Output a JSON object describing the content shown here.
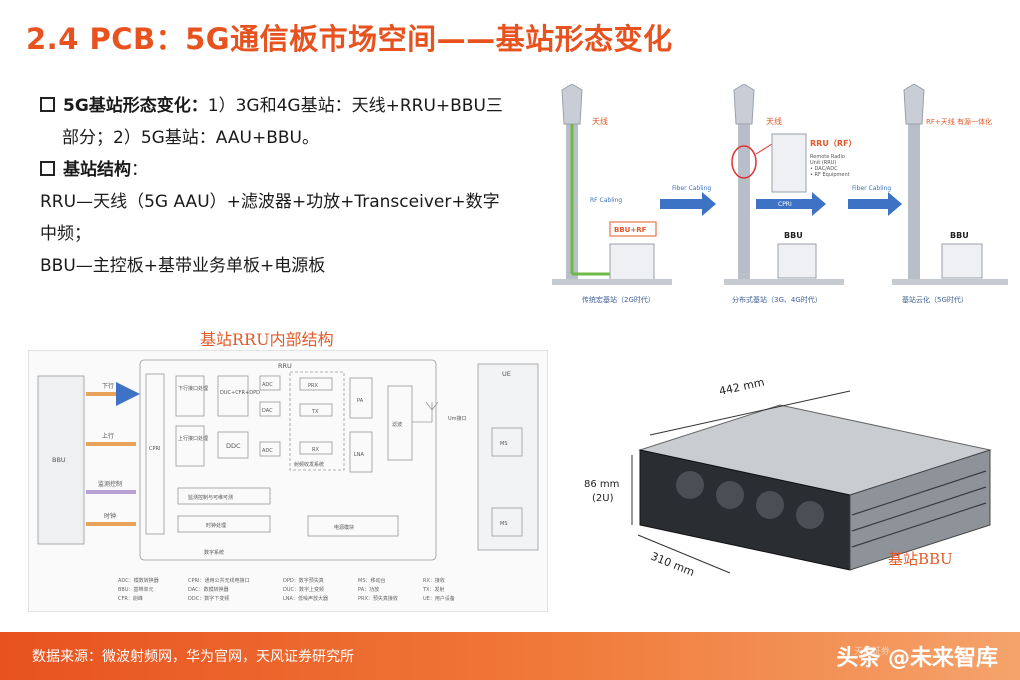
{
  "title": "2.4 PCB：5G通信板市场空间——基站形态变化",
  "bullets": {
    "b1_label": "5G基站形态变化：",
    "b1_text": "1）3G和4G基站：天线+RRU+BBU三",
    "b1_cont": "部分；2）5G基站：AAU+BBU。",
    "b2_label": "基站结构",
    "b2_colon": "：",
    "l3": "RRU—天线（5G AAU）+滤波器+功放+Transceiver+数字",
    "l4": "中频；",
    "l5": "BBU—主控板+基带业务单板+电源板"
  },
  "evolution": {
    "stage1_antenna": "天线",
    "stage1_cable": "RF Cabling",
    "stage1_unit": "BBU+RF",
    "stage1_caption": "传统宏基站（2G时代）",
    "arrow1": "Fiber Cabling",
    "stage2_antenna": "天线",
    "stage2_rru": "RRU（RF）",
    "rru_desc1": "Remote Radio",
    "rru_desc2": "Unit (RRU)",
    "rru_desc3": "• DAC/ADC",
    "rru_desc4": "• RF Equipment",
    "stage2_cpri": "CPRI",
    "stage2_unit": "BBU",
    "stage2_caption": "分布式基站（3G、4G时代）",
    "arrow2": "Fiber Cabling",
    "stage3_antenna": "RF+天线 有源一体化",
    "stage3_unit": "BBU",
    "stage3_caption": "基站云化（5G时代）"
  },
  "rru_diagram": {
    "title": "基站RRU内部结构",
    "rru": "RRU",
    "ue": "UE",
    "bbu": "BBU",
    "downlink": "下行",
    "uplink": "上行",
    "monitor": "监测控制",
    "clock": "时钟",
    "cpri": "CPRI",
    "dl_if": "下行接口处理",
    "ul_if": "上行接口处理",
    "duc": "DUC+CFR+DPD",
    "ddc": "DDC",
    "adc1": "ADC",
    "dac": "DAC",
    "adc2": "ADC",
    "prx": "PRX",
    "tx": "TX",
    "rx": "RX",
    "rf_sys": "射频收发系统",
    "pa": "PA",
    "lna": "LNA",
    "filter": "滤波",
    "um": "Um接口",
    "ms1": "MS",
    "ms2": "MS",
    "mon_proc": "监测控制与可维可测",
    "clk_proc": "时钟处理",
    "power": "电源模块",
    "digital": "数字系统",
    "legend": [
      [
        "ADC：模数转换器",
        "CPRI：通用公共无线电接口",
        "DPD：数字预失真",
        "MS：移动台",
        "RX：接收"
      ],
      [
        "BBU：基带单元",
        "DAC：数模转换器",
        "DUC：数字上变频",
        "PA：功放",
        "TX：发射"
      ],
      [
        "CFR：削峰",
        "DDC：数字下变频",
        "LNA：低噪声放大器",
        "PRX：预失真接收",
        "UE：用户设备"
      ]
    ]
  },
  "bbu_figure": {
    "width": "442 mm",
    "height1": "86 mm",
    "height2": "(2U)",
    "depth": "310 mm",
    "label": "基站BBU"
  },
  "footer": {
    "source": "数据来源：微波射频网，华为官网，天风证券研究所",
    "watermark": "头条 @未来智库",
    "logo": "天风证券"
  },
  "colors": {
    "accent": "#e8521f",
    "label_red": "#e05a2a",
    "arrow_blue": "#3d72c4"
  }
}
